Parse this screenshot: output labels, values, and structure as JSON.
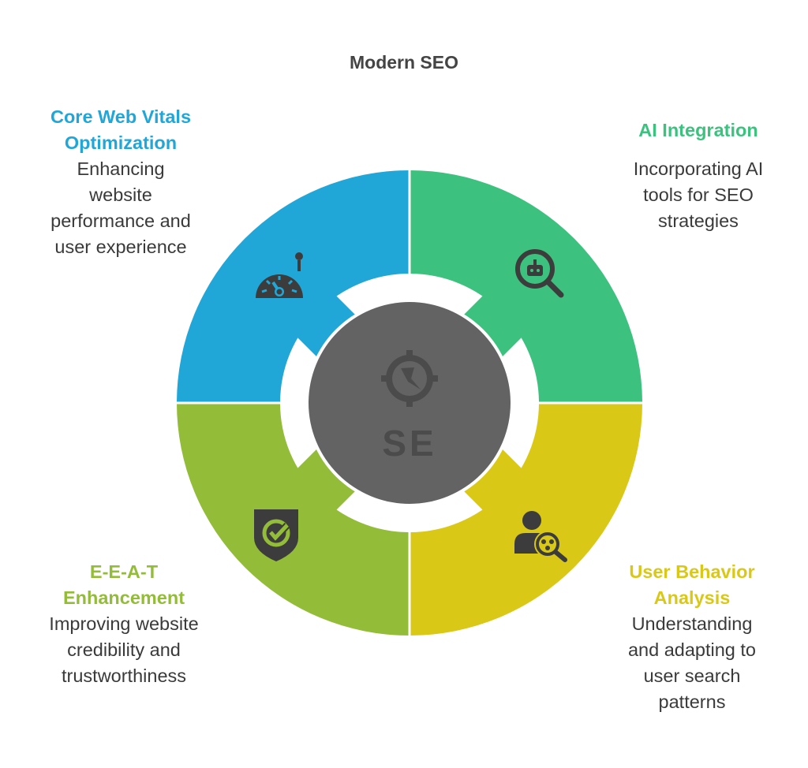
{
  "title": "Modern SEO",
  "center": {
    "label": "SE",
    "color": "#636363",
    "icon": "compass-icon"
  },
  "segments": [
    {
      "id": "cwv",
      "heading": "Core Web Vitals Optimization",
      "heading_lines": [
        "Core Web Vitals",
        "Optimization"
      ],
      "description": "Enhancing website performance and user experience",
      "description_lines": [
        "Enhancing",
        "website",
        "performance and",
        "user experience"
      ],
      "color": "#21a6d8",
      "icon": "speedometer-icon"
    },
    {
      "id": "ai",
      "heading": "AI Integration",
      "heading_lines": [
        "AI Integration"
      ],
      "description": "Incorporating AI tools for SEO strategies",
      "description_lines": [
        "Incorporating AI",
        "tools for SEO",
        "strategies"
      ],
      "color": "#3cc27e",
      "icon": "robot-search-icon"
    },
    {
      "id": "eeat",
      "heading": "E-E-A-T Enhancement",
      "heading_lines": [
        "E-E-A-T",
        "Enhancement"
      ],
      "description": "Improving website credibility and trustworthiness",
      "description_lines": [
        "Improving website",
        "credibility and",
        "trustworthiness"
      ],
      "color": "#93bc38",
      "icon": "shield-check-icon"
    },
    {
      "id": "uba",
      "heading": "User Behavior Analysis",
      "heading_lines": [
        "User Behavior",
        "Analysis"
      ],
      "description": "Understanding and adapting to user search patterns",
      "description_lines": [
        "Understanding",
        "and adapting to",
        "user search",
        "patterns"
      ],
      "color": "#dac817",
      "icon": "user-analysis-icon"
    }
  ]
}
